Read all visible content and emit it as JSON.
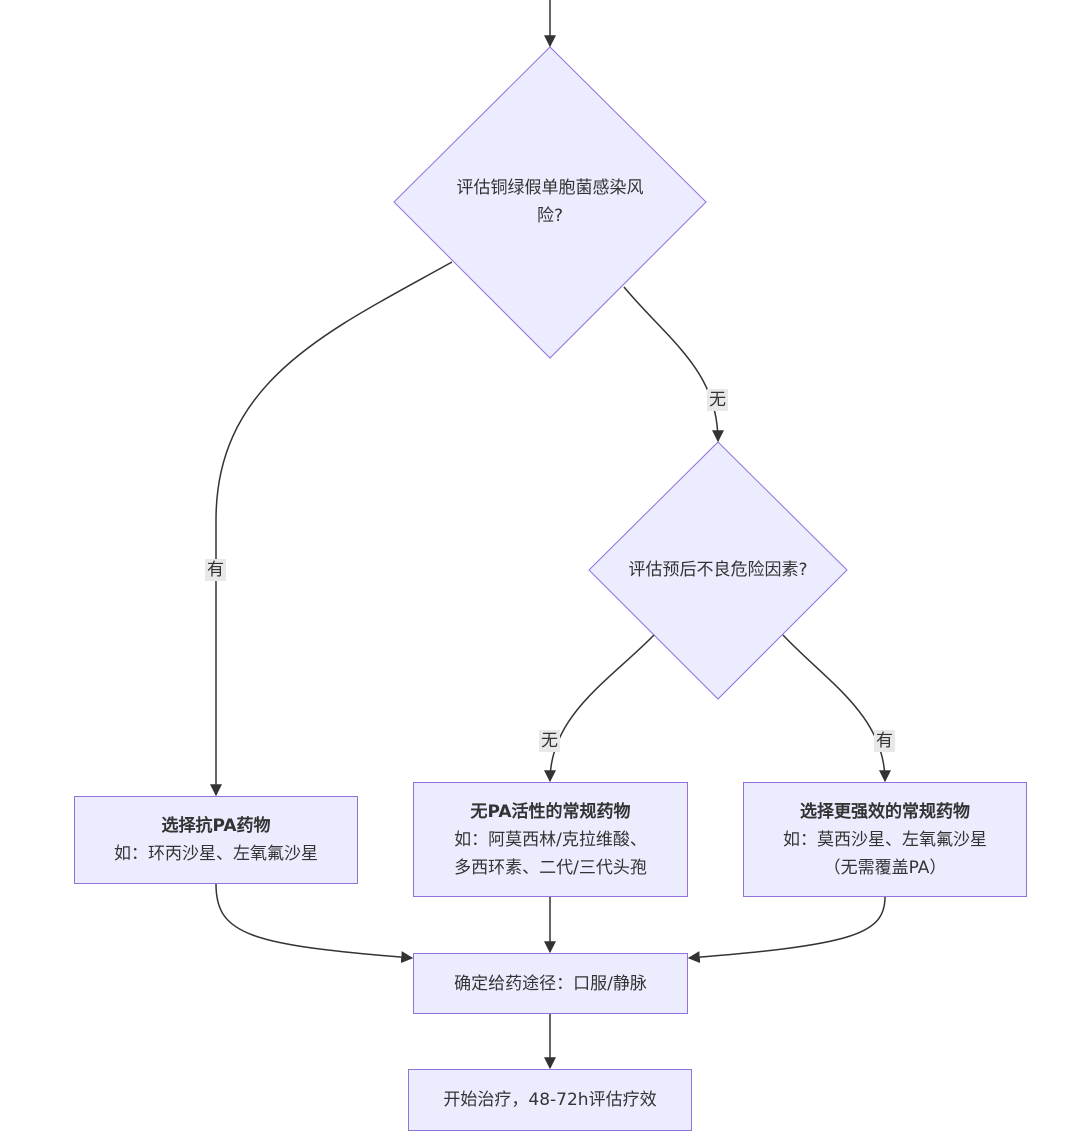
{
  "decisions": {
    "pa_risk": {
      "line1": "评估铜绿假单胞菌感染风",
      "line2": "险?"
    },
    "prognosis": {
      "text": "评估预后不良危险因素?"
    }
  },
  "edge_labels": {
    "pa_risk_yes": "有",
    "pa_risk_no": "无",
    "prognosis_no": "无",
    "prognosis_yes": "有"
  },
  "boxes": {
    "anti_pa": {
      "title": "选择抗PA药物",
      "line1": "如：环丙沙星、左氧氟沙星"
    },
    "no_pa": {
      "title": "无PA活性的常规药物",
      "line1": "如：阿莫西林/克拉维酸、",
      "line2": "多西环素、二代/三代头孢"
    },
    "stronger": {
      "title": "选择更强效的常规药物",
      "line1": "如：莫西沙星、左氧氟沙星",
      "line2": "（无需覆盖PA）"
    },
    "route": {
      "text": "确定给药途径：口服/静脉"
    },
    "start": {
      "text": "开始治疗，48-72h评估疗效"
    }
  },
  "colors": {
    "node_fill": "#ECECFF",
    "node_border": "#9370DB",
    "edge": "#333333",
    "label_bg": "#e8e8e8"
  }
}
